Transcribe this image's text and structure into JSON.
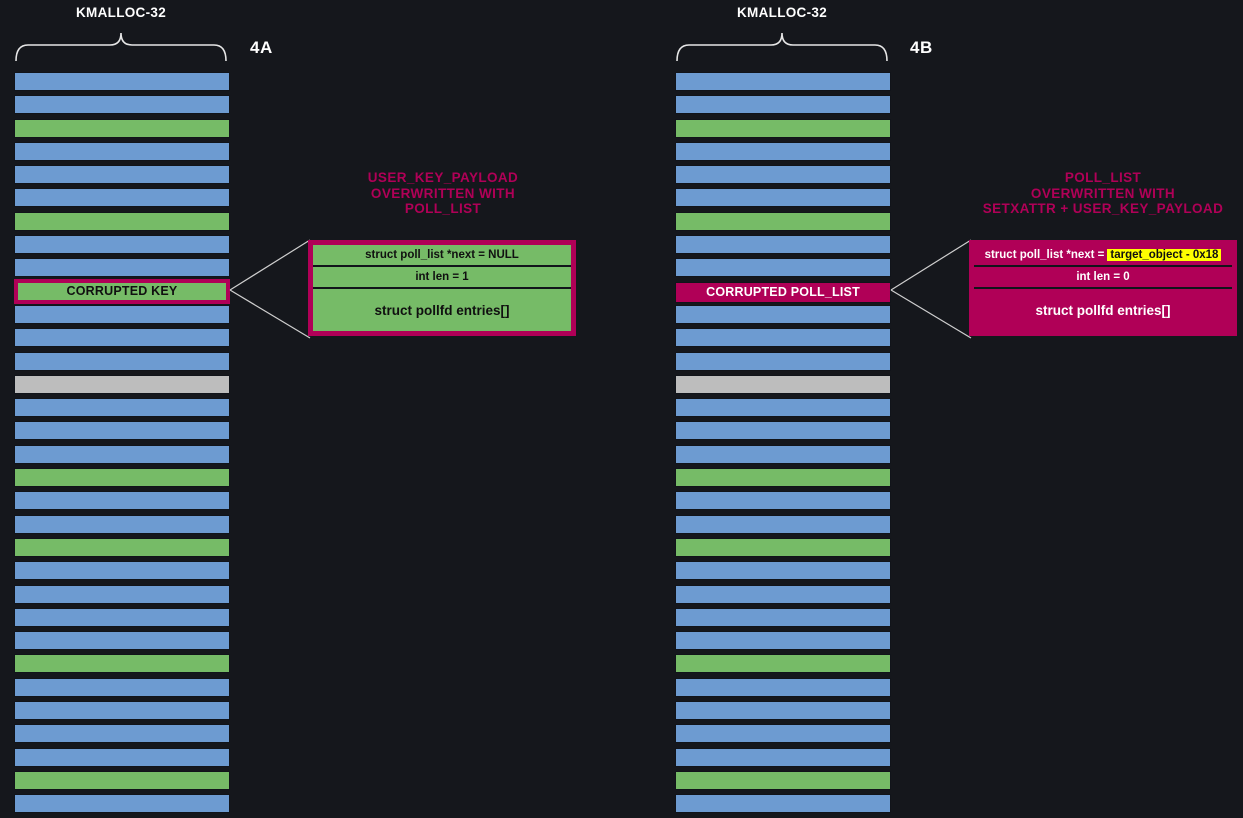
{
  "diagram": {
    "background": "#15171c",
    "colors": {
      "blue": "#6d9bd1",
      "green": "#76bb67",
      "gray": "#bdbdbd",
      "magenta": "#b00057",
      "highlight": "#ffff00",
      "text_light": "#ffffff",
      "text_dark": "#101010"
    }
  },
  "panels": [
    {
      "id": "4A",
      "step_label": "4A",
      "cache_title": "KMALLOC-32",
      "caption": "USER_KEY_PAYLOAD\nOVERWRITTEN WITH\nPOLL_LIST",
      "highlight_row": {
        "index": 9,
        "label": "CORRUPTED KEY",
        "fill": "green",
        "outline": "magenta",
        "label_color": "dark"
      },
      "rows": [
        "blue",
        "blue",
        "green",
        "blue",
        "blue",
        "blue",
        "green",
        "blue",
        "blue",
        "highlight",
        "blue",
        "blue",
        "blue",
        "gray",
        "blue",
        "blue",
        "blue",
        "green",
        "blue",
        "blue",
        "green",
        "blue",
        "blue",
        "blue",
        "blue",
        "green",
        "blue",
        "blue",
        "blue",
        "blue",
        "green",
        "blue"
      ],
      "detail": {
        "style": "green",
        "fields": [
          {
            "text": "struct poll_list *next = NULL",
            "highlight": null
          },
          {
            "text": "int len = 1",
            "highlight": null
          },
          {
            "text": "struct pollfd entries[]",
            "highlight": null
          }
        ]
      }
    },
    {
      "id": "4B",
      "step_label": "4B",
      "cache_title": "KMALLOC-32",
      "caption": "POLL_LIST\nOVERWRITTEN WITH\nSETXATTR + USER_KEY_PAYLOAD",
      "highlight_row": {
        "index": 9,
        "label": "CORRUPTED POLL_LIST",
        "fill": "magenta",
        "outline": "magenta",
        "label_color": "light"
      },
      "rows": [
        "blue",
        "blue",
        "green",
        "blue",
        "blue",
        "blue",
        "green",
        "blue",
        "blue",
        "highlight",
        "blue",
        "blue",
        "blue",
        "gray",
        "blue",
        "blue",
        "blue",
        "green",
        "blue",
        "blue",
        "green",
        "blue",
        "blue",
        "blue",
        "blue",
        "green",
        "blue",
        "blue",
        "blue",
        "blue",
        "green",
        "blue"
      ],
      "detail": {
        "style": "magenta",
        "fields": [
          {
            "text": "struct poll_list *next =",
            "highlight": "target_object - 0x18"
          },
          {
            "text": "int len = 0",
            "highlight": null
          },
          {
            "text": "struct pollfd entries[]",
            "highlight": null
          }
        ]
      }
    }
  ]
}
